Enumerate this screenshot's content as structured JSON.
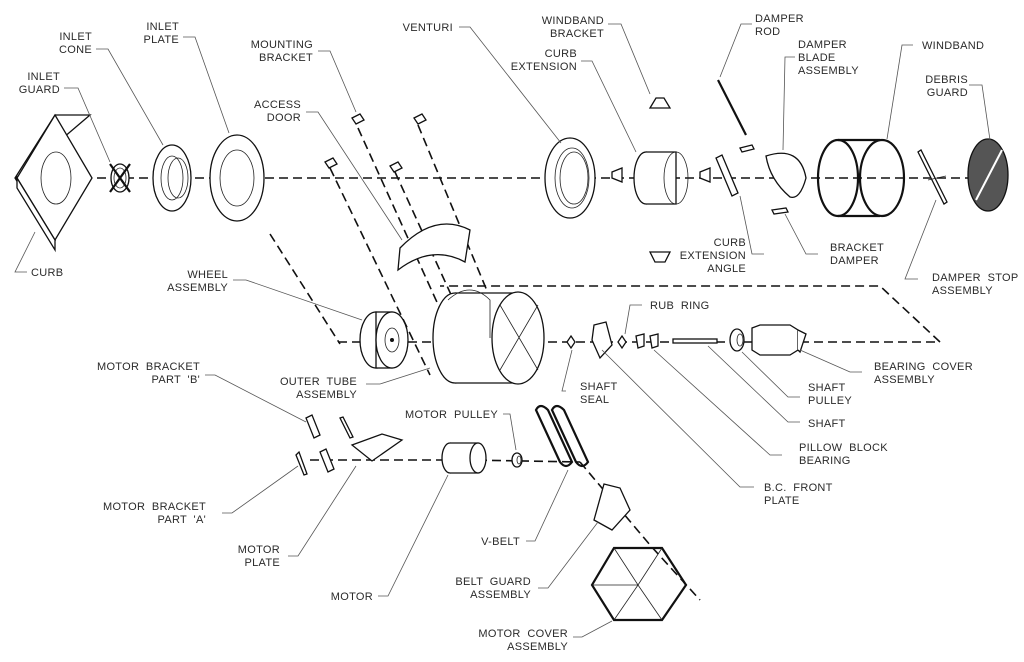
{
  "diagram": {
    "type": "exploded-parts-view",
    "subject": "Belt-drive upblast fan assembly",
    "labels": {
      "inlet_guard": [
        "INLET",
        "GUARD"
      ],
      "inlet_cone": [
        "INLET",
        "CONE"
      ],
      "inlet_plate": [
        "INLET",
        "PLATE"
      ],
      "mounting_bracket": [
        "MOUNTING",
        "BRACKET"
      ],
      "access_door": [
        "ACCESS",
        "DOOR"
      ],
      "venturi": [
        "VENTURI"
      ],
      "windband_bracket": [
        "WINDBAND",
        "BRACKET"
      ],
      "curb_extension": [
        "CURB",
        "EXTENSION"
      ],
      "damper_rod": [
        "DAMPER",
        "ROD"
      ],
      "damper_blade_assembly": [
        "DAMPER",
        "BLADE",
        "ASSEMBLY"
      ],
      "windband": [
        "WINDBAND"
      ],
      "debris_guard": [
        "DEBRIS",
        "GUARD"
      ],
      "curb": [
        "CURB"
      ],
      "curb_extension_angle": [
        "CURB",
        "EXTENSION",
        "ANGLE"
      ],
      "bracket_damper": [
        "BRACKET",
        "DAMPER"
      ],
      "damper_stop_assembly": [
        "DAMPER  STOP",
        "ASSEMBLY"
      ],
      "wheel_assembly": [
        "WHEEL",
        "ASSEMBLY"
      ],
      "rub_ring": [
        "RUB  RING"
      ],
      "bearing_cover_assembly": [
        "BEARING  COVER",
        "ASSEMBLY"
      ],
      "outer_tube_assembly": [
        "OUTER  TUBE",
        "ASSEMBLY"
      ],
      "shaft_seal": [
        "SHAFT",
        "SEAL"
      ],
      "shaft_pulley": [
        "SHAFT",
        "PULLEY"
      ],
      "shaft": [
        "SHAFT"
      ],
      "motor_bracket_part_b": [
        "MOTOR  BRACKET",
        "PART  'B'"
      ],
      "motor_pulley": [
        "MOTOR  PULLEY"
      ],
      "pillow_block_bearing": [
        "PILLOW  BLOCK",
        "BEARING"
      ],
      "bc_front_plate": [
        "B.C.  FRONT",
        "PLATE"
      ],
      "motor_bracket_part_a": [
        "MOTOR  BRACKET",
        "PART  'A'"
      ],
      "v_belt": [
        "V-BELT"
      ],
      "motor_plate": [
        "MOTOR",
        "PLATE"
      ],
      "motor": [
        "MOTOR"
      ],
      "belt_guard_assembly": [
        "BELT  GUARD",
        "ASSEMBLY"
      ],
      "motor_cover_assembly": [
        "MOTOR  COVER",
        "ASSEMBLY"
      ]
    }
  }
}
